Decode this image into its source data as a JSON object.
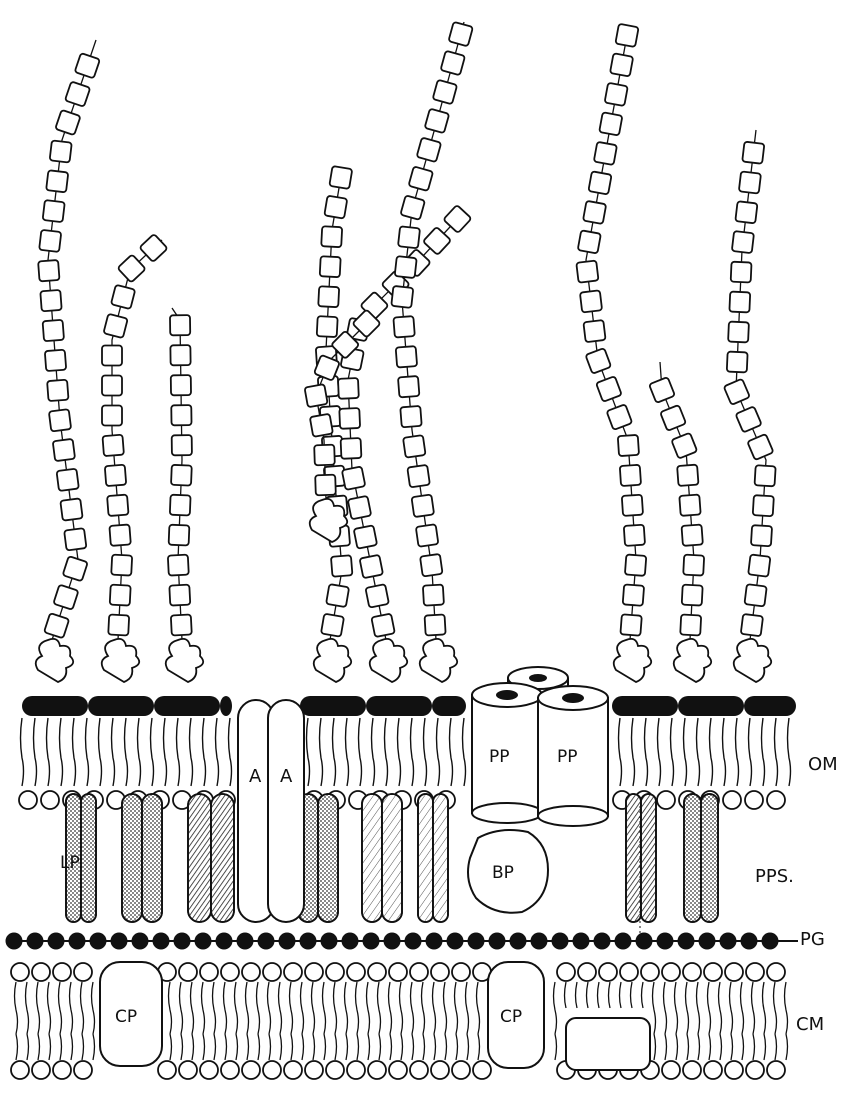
{
  "labels": {
    "om": "OM",
    "pps": "PPS.",
    "pg": "PG",
    "cm": "CM"
  },
  "components": {
    "aa": "A",
    "pp": "PP",
    "bp": "BP",
    "cp": "CP",
    "lp": "LP"
  },
  "colors": {
    "ink": "#111111",
    "paper": "#ffffff",
    "shade": "#9a9a9a"
  }
}
